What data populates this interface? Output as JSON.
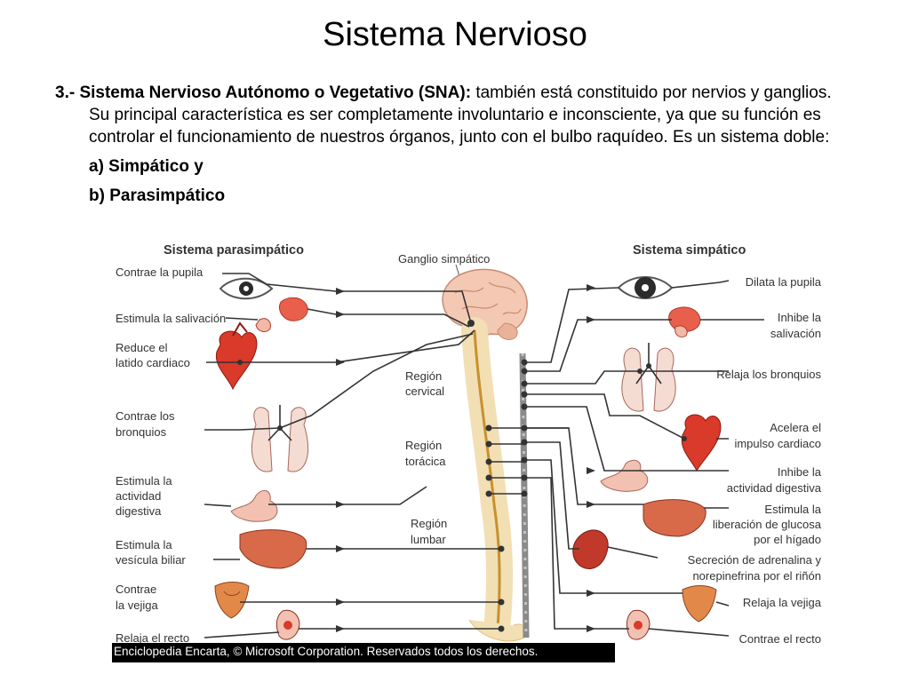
{
  "slide": {
    "title": "Sistema Nervioso",
    "paragraph_bold": "3.- Sistema Nervioso Autónomo o Vegetativo (SNA):",
    "paragraph_text": " también está constituido por nervios y ganglios. Su principal característica es ser completamente involuntario e inconsciente, ya que su función es controlar el funcionamiento de nuestros órganos, junto con el bulbo raquídeo. Es un sistema doble:",
    "item_a": "a) Simpático y",
    "item_b": "b) Parasimpático"
  },
  "figure": {
    "heading_left": "Sistema parasimpático",
    "heading_right": "Sistema simpático",
    "ganglion_label": "Ganglio simpático",
    "regions": [
      {
        "l1": "Región",
        "l2": "cervical"
      },
      {
        "l1": "Región",
        "l2": "torácica"
      },
      {
        "l1": "Región",
        "l2": "lumbar"
      }
    ],
    "left_labels": [
      [
        "Contrae la pupila"
      ],
      [
        "Estimula la salivación"
      ],
      [
        "Reduce el",
        "latido cardiaco"
      ],
      [
        "Contrae los",
        "bronquios"
      ],
      [
        "Estimula la",
        "actividad",
        "digestiva"
      ],
      [
        "Estimula la",
        "vesícula biliar"
      ],
      [
        "Contrae",
        "la vejiga"
      ],
      [
        "Relaja el recto"
      ]
    ],
    "right_labels": [
      [
        "Dilata la pupila"
      ],
      [
        "Inhibe la",
        "salivación"
      ],
      [
        "Relaja los bronquios"
      ],
      [
        "Acelera el",
        "impulso cardiaco"
      ],
      [
        "Inhibe la",
        "actividad digestiva"
      ],
      [
        "Estimula la",
        "liberación de glucosa",
        "por el hígado"
      ],
      [
        "Secreción de adrenalina y",
        "norepinefrina por el riñón"
      ],
      [
        "Relaja la vejiga"
      ],
      [
        "Contrae el recto"
      ]
    ],
    "credit": "Enciclopedia Encarta, © Microsoft Corporation. Reservados todos los derechos."
  }
}
